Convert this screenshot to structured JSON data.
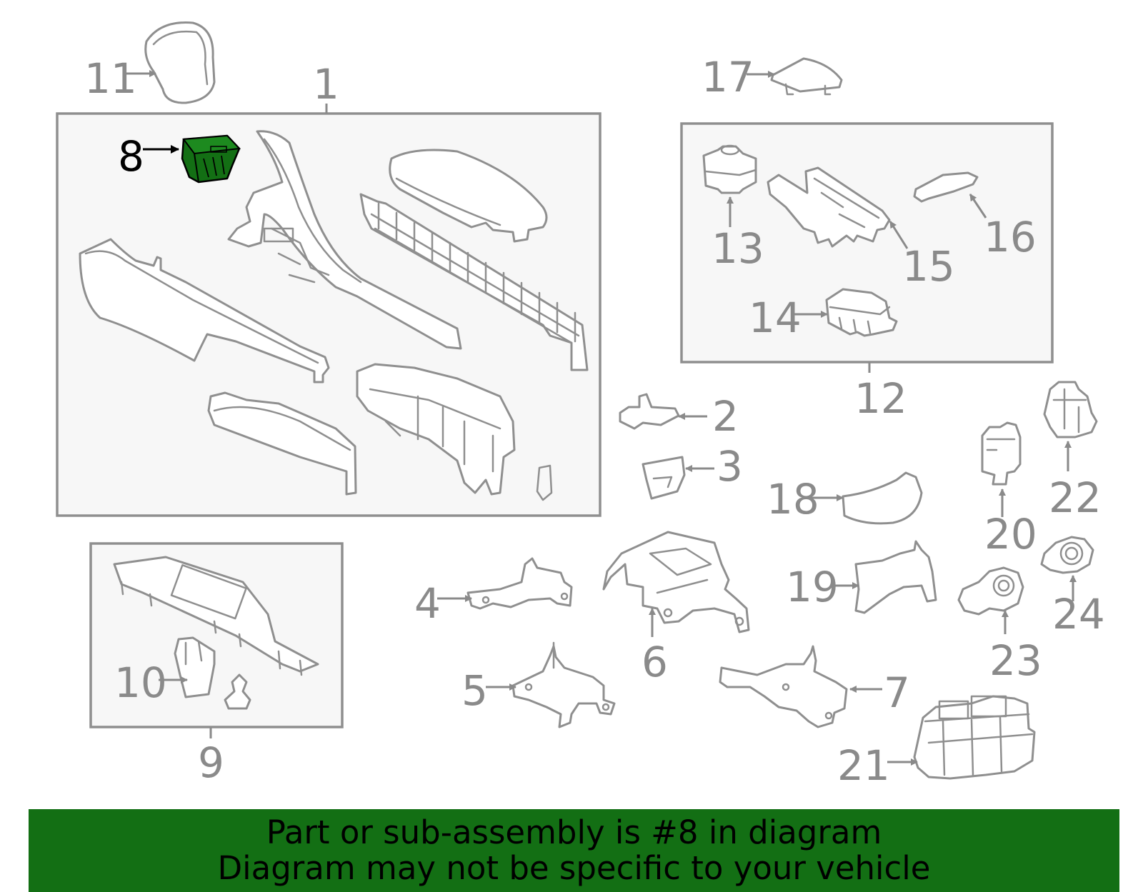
{
  "diagram": {
    "highlight_color": "#136f14",
    "callouts": {
      "c1": "1",
      "c2": "2",
      "c3": "3",
      "c4": "4",
      "c5": "5",
      "c6": "6",
      "c7": "7",
      "c8": "8",
      "c9": "9",
      "c10": "10",
      "c11": "11",
      "c12": "12",
      "c13": "13",
      "c14": "14",
      "c15": "15",
      "c16": "16",
      "c17": "17",
      "c18": "18",
      "c19": "19",
      "c20": "20",
      "c21": "21",
      "c22": "22",
      "c23": "23",
      "c24": "24"
    },
    "highlighted_part": "8"
  },
  "banner": {
    "line1": "Part or sub-assembly is #8 in diagram",
    "line2": "Diagram may not be specific to your vehicle",
    "background": "#136f14"
  }
}
